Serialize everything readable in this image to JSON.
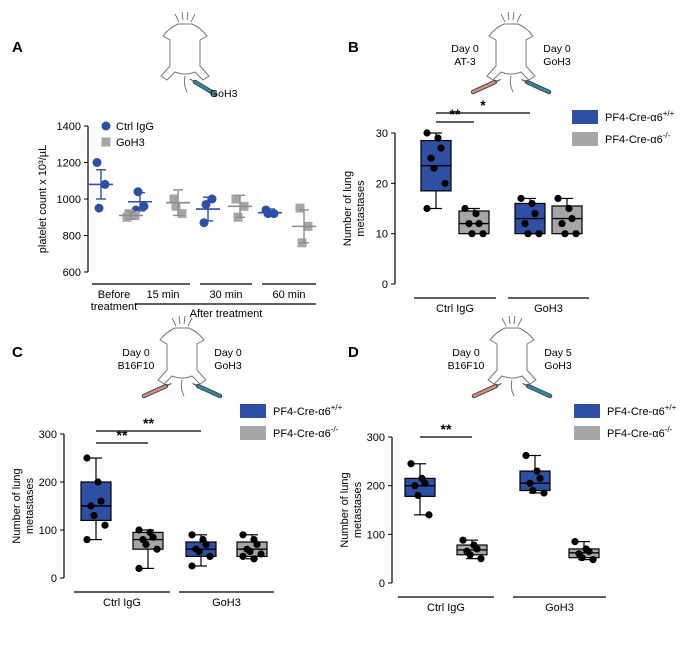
{
  "colors": {
    "blue": "#2f4fa3",
    "grey": "#a6a6a6",
    "treat_red": "#d98b83",
    "treat_teal": "#2f8ca0"
  },
  "chart_data": [
    {
      "panel": "A",
      "type": "scatter",
      "ylabel": "platelet count x 10³/µL",
      "ylim": [
        600,
        1400
      ],
      "yticks": [
        600,
        800,
        1000,
        1200,
        1400
      ],
      "legend": [
        "Ctrl IgG",
        "GoH3"
      ],
      "legend_position": "top-left",
      "mouse_labels": [
        "GoH3"
      ],
      "xgroups": [
        {
          "label_lines": [
            "Before",
            "treatment"
          ],
          "underline": true
        },
        {
          "label_lines": [
            "15 min"
          ],
          "underline": true
        },
        {
          "label_lines": [
            "30 min"
          ],
          "underline": true
        },
        {
          "label_lines": [
            "60 min"
          ],
          "underline": true
        }
      ],
      "xgroup_caption": "After treatment",
      "series": [
        {
          "name": "Ctrl IgG",
          "marker": "circle",
          "color": "blue",
          "points": [
            [
              1200,
              1080,
              950
            ],
            [
              940,
              960,
              1040
            ],
            [
              870,
              1000,
              970
            ],
            [
              940,
              920,
              920
            ]
          ],
          "mean": [
            1080,
            985,
            945,
            925
          ],
          "sem": [
            80,
            50,
            65,
            20
          ]
        },
        {
          "name": "GoH3",
          "marker": "square",
          "color": "grey",
          "points": [
            [
              900,
              910,
              920
            ],
            [
              1000,
              920,
              960
            ],
            [
              1000,
              960,
              900
            ],
            [
              950,
              850,
              760
            ]
          ],
          "mean": [
            910,
            980,
            960,
            850
          ],
          "sem": [
            20,
            70,
            60,
            90
          ]
        }
      ]
    },
    {
      "panel": "B",
      "type": "box",
      "ylabel": "Number of lung metastases",
      "ylim": [
        0,
        30
      ],
      "yticks": [
        0,
        10,
        20,
        30
      ],
      "legend": [
        "PF4-Cre-α6+/+",
        "PF4-Cre-α6-/-"
      ],
      "mouse_labels": [
        "Day 0",
        "AT-3",
        "Day 0",
        "GoH3"
      ],
      "groups": [
        "Ctrl IgG",
        "GoH3"
      ],
      "series_by_box": [
        "+/+",
        "-/-",
        "+/+",
        "-/-"
      ],
      "boxes": [
        {
          "min": 15,
          "q1": 18.5,
          "median": 23.5,
          "q3": 28.5,
          "max": 30,
          "points": [
            30,
            29,
            27,
            25,
            23,
            20,
            15
          ]
        },
        {
          "min": 10,
          "q1": 10,
          "median": 12,
          "q3": 14.5,
          "max": 15,
          "points": [
            15,
            14,
            12,
            12,
            10,
            10
          ]
        },
        {
          "min": 10,
          "q1": 10,
          "median": 13,
          "q3": 16,
          "max": 17,
          "points": [
            17,
            16,
            14,
            12,
            10,
            10
          ]
        },
        {
          "min": 10,
          "q1": 10,
          "median": 13,
          "q3": 15.5,
          "max": 17,
          "points": [
            17,
            15,
            13,
            12,
            10,
            10
          ]
        }
      ],
      "significance": [
        {
          "from": 0,
          "to": 1,
          "label": "**"
        },
        {
          "from": 0,
          "to": 2,
          "label": "*"
        }
      ]
    },
    {
      "panel": "C",
      "type": "box",
      "ylabel": "Number of lung metastases",
      "ylim": [
        0,
        300
      ],
      "yticks": [
        0,
        100,
        200,
        300
      ],
      "legend": [
        "PF4-Cre-α6+/+",
        "PF4-Cre-α6-/-"
      ],
      "mouse_labels": [
        "Day 0",
        "B16F10",
        "Day 0",
        "GoH3"
      ],
      "groups": [
        "Ctrl IgG",
        "GoH3"
      ],
      "series_by_box": [
        "+/+",
        "-/-",
        "+/+",
        "-/-"
      ],
      "boxes": [
        {
          "min": 80,
          "q1": 120,
          "median": 150,
          "q3": 200,
          "max": 250,
          "points": [
            250,
            200,
            160,
            150,
            130,
            110,
            80
          ]
        },
        {
          "min": 20,
          "q1": 60,
          "median": 80,
          "q3": 95,
          "max": 100,
          "points": [
            100,
            95,
            85,
            80,
            70,
            60,
            20
          ]
        },
        {
          "min": 25,
          "q1": 45,
          "median": 60,
          "q3": 75,
          "max": 90,
          "points": [
            90,
            80,
            70,
            60,
            55,
            45,
            25
          ]
        },
        {
          "min": 40,
          "q1": 45,
          "median": 60,
          "q3": 75,
          "max": 90,
          "points": [
            90,
            80,
            70,
            60,
            55,
            50,
            45,
            40
          ]
        }
      ],
      "significance": [
        {
          "from": 0,
          "to": 1,
          "label": "**"
        },
        {
          "from": 0,
          "to": 2,
          "label": "**"
        }
      ]
    },
    {
      "panel": "D",
      "type": "box",
      "ylabel": "Number of lung metastases",
      "ylim": [
        0,
        300
      ],
      "yticks": [
        0,
        100,
        200,
        300
      ],
      "legend": [
        "PF4-Cre-α6+/+",
        "PF4-Cre-α6-/-"
      ],
      "mouse_labels": [
        "Day 0",
        "B16F10",
        "Day 5",
        "GoH3"
      ],
      "groups": [
        "Ctrl IgG",
        "GoH3"
      ],
      "series_by_box": [
        "+/+",
        "-/-",
        "+/+",
        "-/-"
      ],
      "boxes": [
        {
          "min": 140,
          "q1": 178,
          "median": 200,
          "q3": 215,
          "max": 245,
          "points": [
            245,
            215,
            205,
            200,
            180,
            140
          ]
        },
        {
          "min": 50,
          "q1": 58,
          "median": 68,
          "q3": 78,
          "max": 88,
          "points": [
            88,
            78,
            70,
            65,
            58,
            50
          ]
        },
        {
          "min": 185,
          "q1": 190,
          "median": 205,
          "q3": 230,
          "max": 262,
          "points": [
            262,
            230,
            215,
            205,
            190,
            185
          ]
        },
        {
          "min": 48,
          "q1": 52,
          "median": 62,
          "q3": 70,
          "max": 85,
          "points": [
            85,
            70,
            65,
            60,
            52,
            48
          ]
        }
      ],
      "significance": [
        {
          "from": 0,
          "to": 1,
          "label": "**"
        }
      ]
    }
  ]
}
